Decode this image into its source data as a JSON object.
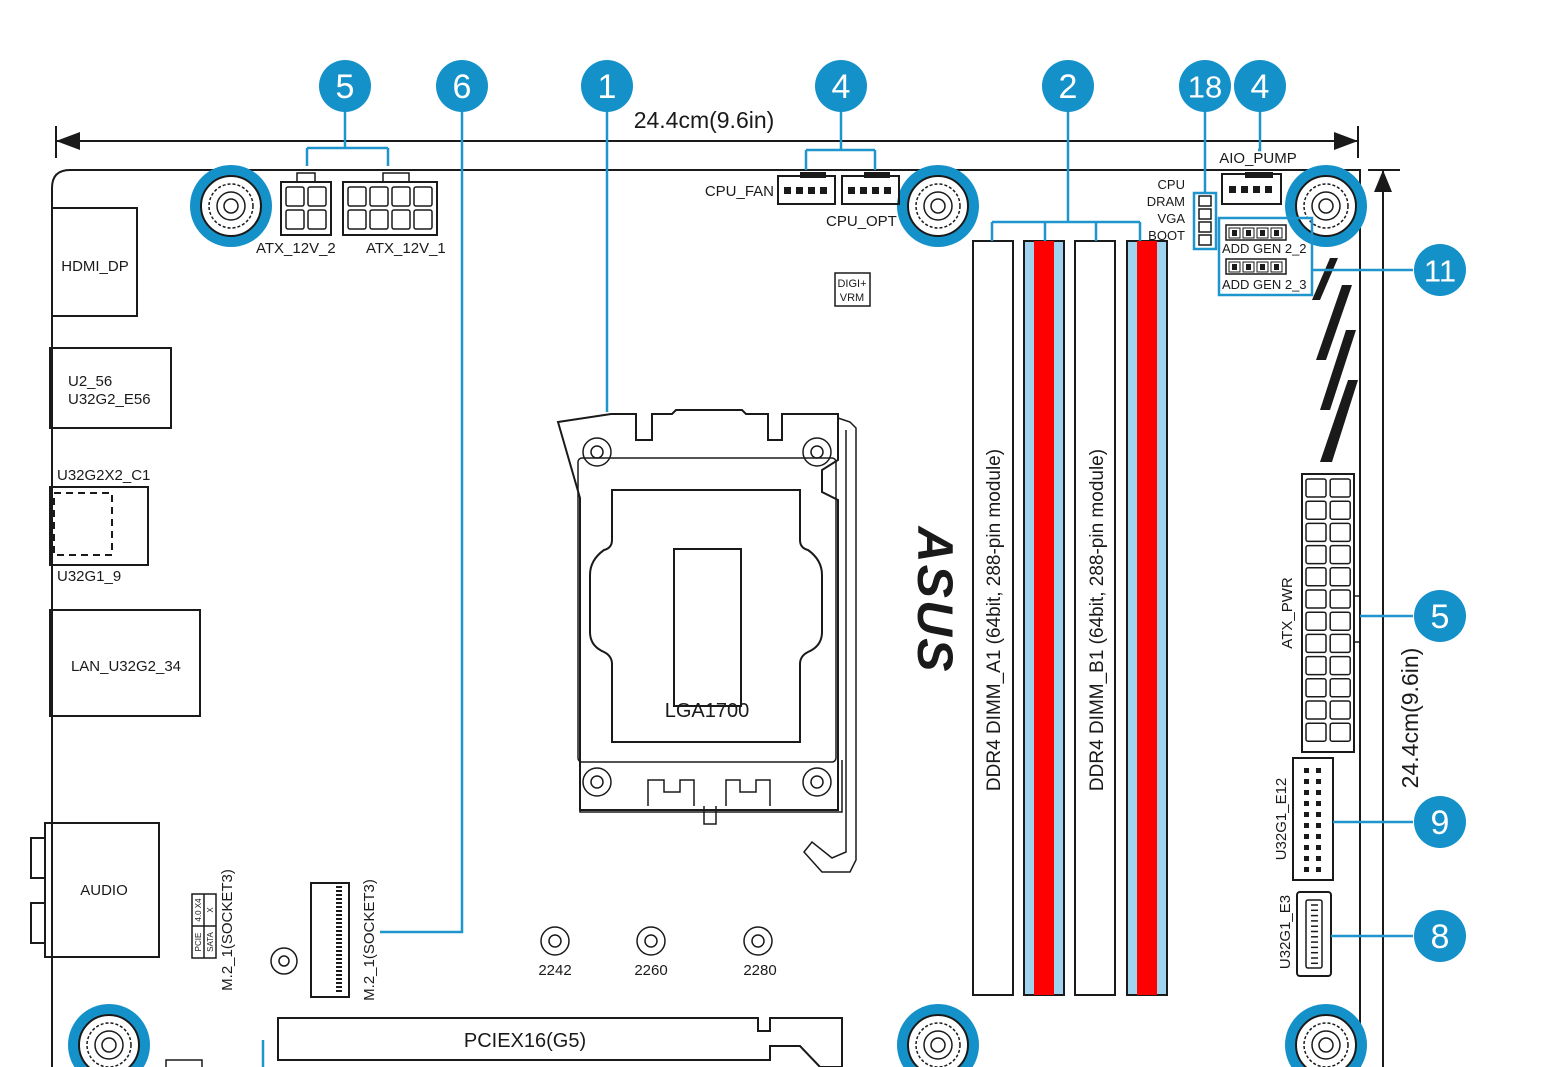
{
  "colors": {
    "accent_blue": "#1591c9",
    "callout_line": "#1e95cc",
    "outline": "#1a1a1a",
    "dimm_highlight_red": "#ff0000",
    "dimm_highlight_blue": "#9fd3ef"
  },
  "dimensions": {
    "width": "24.4cm(9.6in)",
    "height": "24.4cm(9.6in)"
  },
  "callouts": {
    "c1": "1",
    "c2": "2",
    "c4a": "4",
    "c4b": "4",
    "c5a": "5",
    "c5b": "5",
    "c6": "6",
    "c8": "8",
    "c9": "9",
    "c11": "11",
    "c18": "18"
  },
  "labels": {
    "atx_12v_2": "ATX_12V_2",
    "atx_12v_1": "ATX_12V_1",
    "cpu_fan": "CPU_FAN",
    "cpu_opt": "CPU_OPT",
    "aio_pump": "AIO_PUMP",
    "led_cpu": "CPU",
    "led_dram": "DRAM",
    "led_vga": "VGA",
    "led_boot": "BOOT",
    "add_gen_2_2": "ADD GEN 2_2",
    "add_gen_2_3": "ADD GEN 2_3",
    "digi_vrm_1": "DIGI+",
    "digi_vrm_2": "VRM",
    "hdmi_dp": "HDMI_DP",
    "u2_56": "U2_56",
    "u32g2_e56": "U32G2_E56",
    "u32g2x2_c1": "U32G2X2_C1",
    "u32g1_9": "U32G1_9",
    "lan_u32g2_34": "LAN_U32G2_34",
    "audio": "AUDIO",
    "socket": "LGA1700",
    "dimm_a1": "DDR4 DIMM_A1 (64bit, 288-pin module)",
    "dimm_b1": "DDR4 DIMM_B1 (64bit, 288-pin module)",
    "asus_logo": "ASUS",
    "atx_pwr": "ATX_PWR",
    "u32g1_e12": "U32G1_E12",
    "u32g1_e3": "U32G1_E3",
    "m2_left": "M.2_1(SOCKET3)",
    "m2_right": "M.2_1(SOCKET3)",
    "m2_tbl_pcie": "PCIE",
    "m2_tbl_sata": "SATA",
    "m2_tbl_40x4": "4.0 X4",
    "m2_tbl_x": "X",
    "len_2242": "2242",
    "len_2260": "2260",
    "len_2280": "2280",
    "pciex16": "PCIEX16(G5)"
  }
}
